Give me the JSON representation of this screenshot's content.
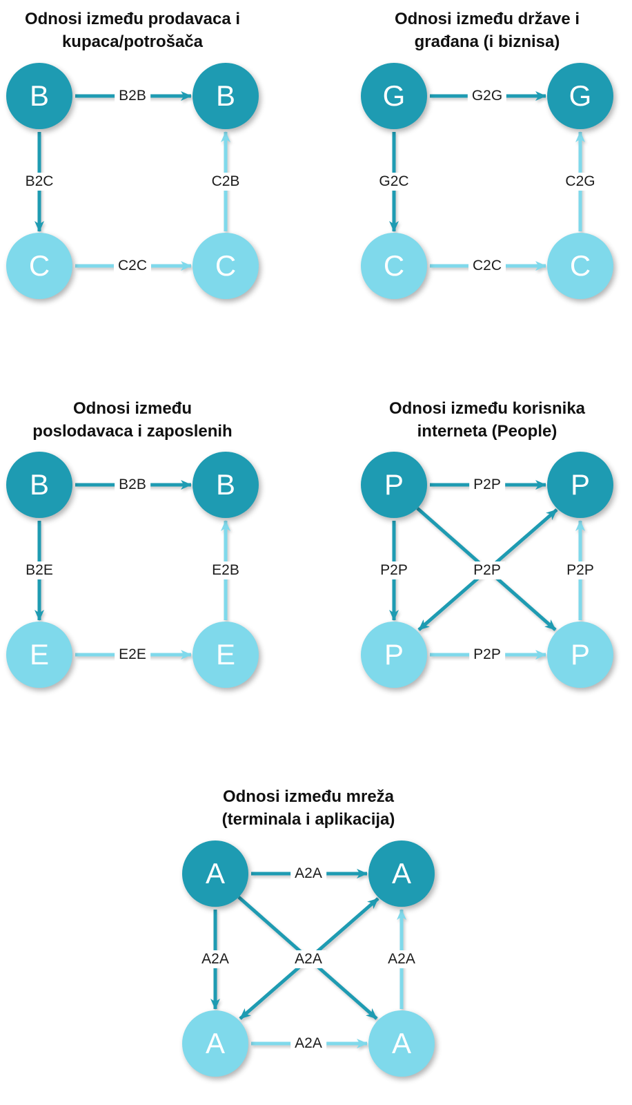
{
  "colors": {
    "node_dark": "#1E9BB2",
    "node_light": "#7FD9EB",
    "label_text": "#1B1B1B",
    "title_text": "#111111"
  },
  "diagrams": [
    {
      "id": "sellers-buyers",
      "title_line1": "Odnosi između prodavaca i",
      "title_line2": "kupaca/potrošača",
      "nodes": {
        "tl": "B",
        "tr": "B",
        "bl": "C",
        "br": "C"
      },
      "edges": {
        "top": "B2B",
        "left": "B2C",
        "right": "C2B",
        "bottom": "C2C"
      }
    },
    {
      "id": "state-citizens",
      "title_line1": "Odnosi između države i",
      "title_line2": "građana (i biznisa)",
      "nodes": {
        "tl": "G",
        "tr": "G",
        "bl": "C",
        "br": "C"
      },
      "edges": {
        "top": "G2G",
        "left": "G2C",
        "right": "C2G",
        "bottom": "C2C"
      }
    },
    {
      "id": "employers-employees",
      "title_line1": "Odnosi između",
      "title_line2": "poslodavaca i zaposlenih",
      "nodes": {
        "tl": "B",
        "tr": "B",
        "bl": "E",
        "br": "E"
      },
      "edges": {
        "top": "B2B",
        "left": "B2E",
        "right": "E2B",
        "bottom": "E2E"
      }
    },
    {
      "id": "internet-users",
      "title_line1": "Odnosi između korisnika",
      "title_line2": "interneta (People)",
      "nodes": {
        "tl": "P",
        "tr": "P",
        "bl": "P",
        "br": "P"
      },
      "edges": {
        "top": "P2P",
        "left": "P2P",
        "right": "P2P",
        "bottom": "P2P",
        "center": "P2P"
      }
    },
    {
      "id": "networks",
      "title_line1": "Odnosi između mreža",
      "title_line2": "(terminala i aplikacija)",
      "nodes": {
        "tl": "A",
        "tr": "A",
        "bl": "A",
        "br": "A"
      },
      "edges": {
        "top": "A2A",
        "left": "A2A",
        "right": "A2A",
        "bottom": "A2A",
        "center": "A2A"
      }
    }
  ]
}
